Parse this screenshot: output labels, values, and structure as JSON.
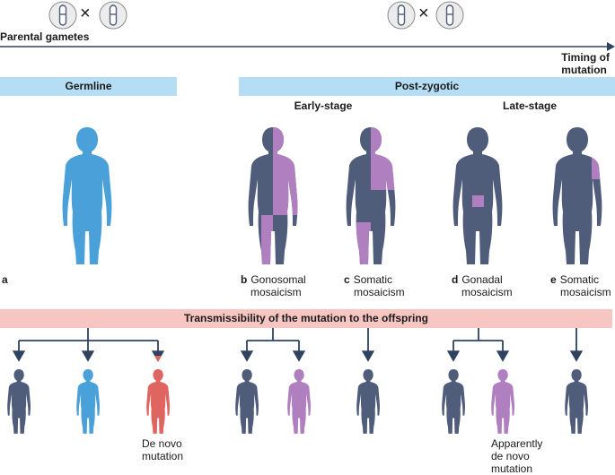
{
  "timeline": {
    "start_label": "Parental gametes",
    "end_label_line1": "Timing of",
    "end_label_line2": "mutation",
    "cross_symbol": "×"
  },
  "stages": {
    "germline": "Germline",
    "post_zygotic": "Post-zygotic",
    "early": "Early-stage",
    "late": "Late-stage"
  },
  "figures": [
    {
      "letter": "a",
      "line1": "",
      "line2": ""
    },
    {
      "letter": "b",
      "line1": "Gonosomal",
      "line2": "mosaicism"
    },
    {
      "letter": "c",
      "line1": "Somatic",
      "line2": "mosaicism"
    },
    {
      "letter": "d",
      "line1": "Gonadal",
      "line2": "mosaicism"
    },
    {
      "letter": "e",
      "line1": "Somatic",
      "line2": "mosaicism"
    }
  ],
  "transmissibility_label": "Transmissibility of the mutation to the offspring",
  "offspring_notes": {
    "de_novo_line1": "De novo",
    "de_novo_line2": "mutation",
    "apparent_line1": "Apparently",
    "apparent_line2": "de novo",
    "apparent_line3": "mutation"
  },
  "colors": {
    "slate": "#4f5c7a",
    "blue": "#4aa0d8",
    "purple": "#b07fbf",
    "red": "#df6560",
    "band_blue": "#b5def4",
    "band_pink": "#f7c6c3",
    "line": "#2f4260"
  }
}
